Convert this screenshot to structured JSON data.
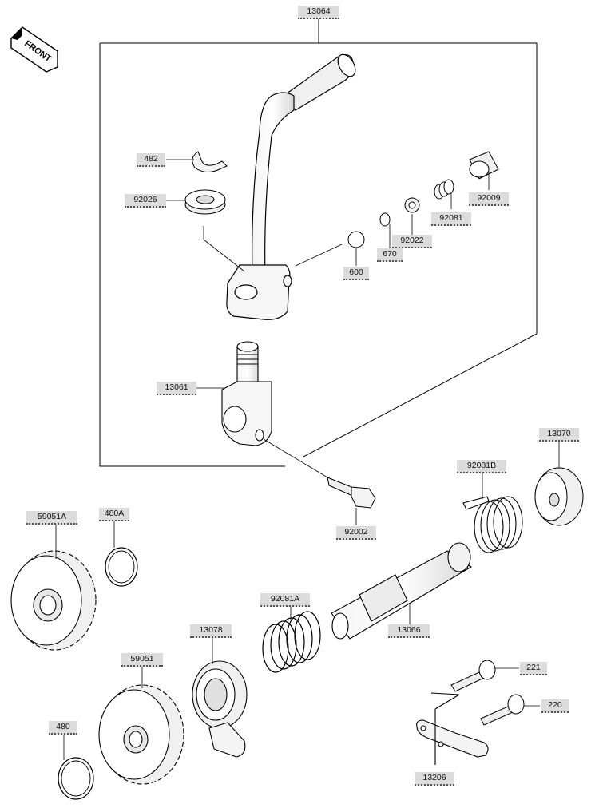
{
  "front_badge": {
    "text": "FRONT",
    "icon": "front-arrow-icon"
  },
  "parts": {
    "p13064": "13064",
    "p482": "482",
    "p92026": "92026",
    "p92009": "92009",
    "p92081": "92081",
    "p92022": "92022",
    "p670": "670",
    "p600": "600",
    "p13061": "13061",
    "p92002": "92002",
    "p13070": "13070",
    "p92081B": "92081B",
    "p59051A": "59051A",
    "p480A": "480A",
    "p92081A": "92081A",
    "p13066": "13066",
    "p13078": "13078",
    "p59051": "59051",
    "p221": "221",
    "p220": "220",
    "p480": "480",
    "p13206": "13206"
  }
}
